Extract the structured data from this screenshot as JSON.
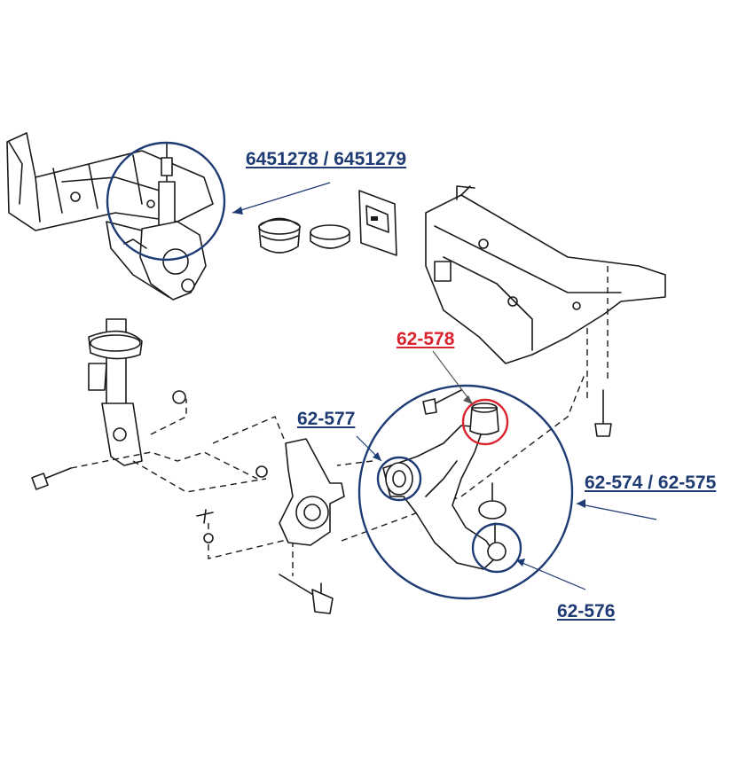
{
  "colors": {
    "callout_blue": "#1f3b73",
    "callout_red": "#d9232d",
    "ink": "#1a1a1a",
    "background": "#ffffff"
  },
  "callouts": [
    {
      "id": "strut",
      "part_number": "6451278 / 6451279",
      "color": "#1f3b73"
    },
    {
      "id": "rear-bush",
      "part_number": "62-578",
      "color": "#d9232d"
    },
    {
      "id": "front-bush",
      "part_number": "62-577",
      "color": "#1f3b73"
    },
    {
      "id": "control-arm",
      "part_number": "62-574 / 62-575",
      "color": "#1f3b73"
    },
    {
      "id": "ball-joint",
      "part_number": "62-576",
      "color": "#1f3b73"
    }
  ]
}
